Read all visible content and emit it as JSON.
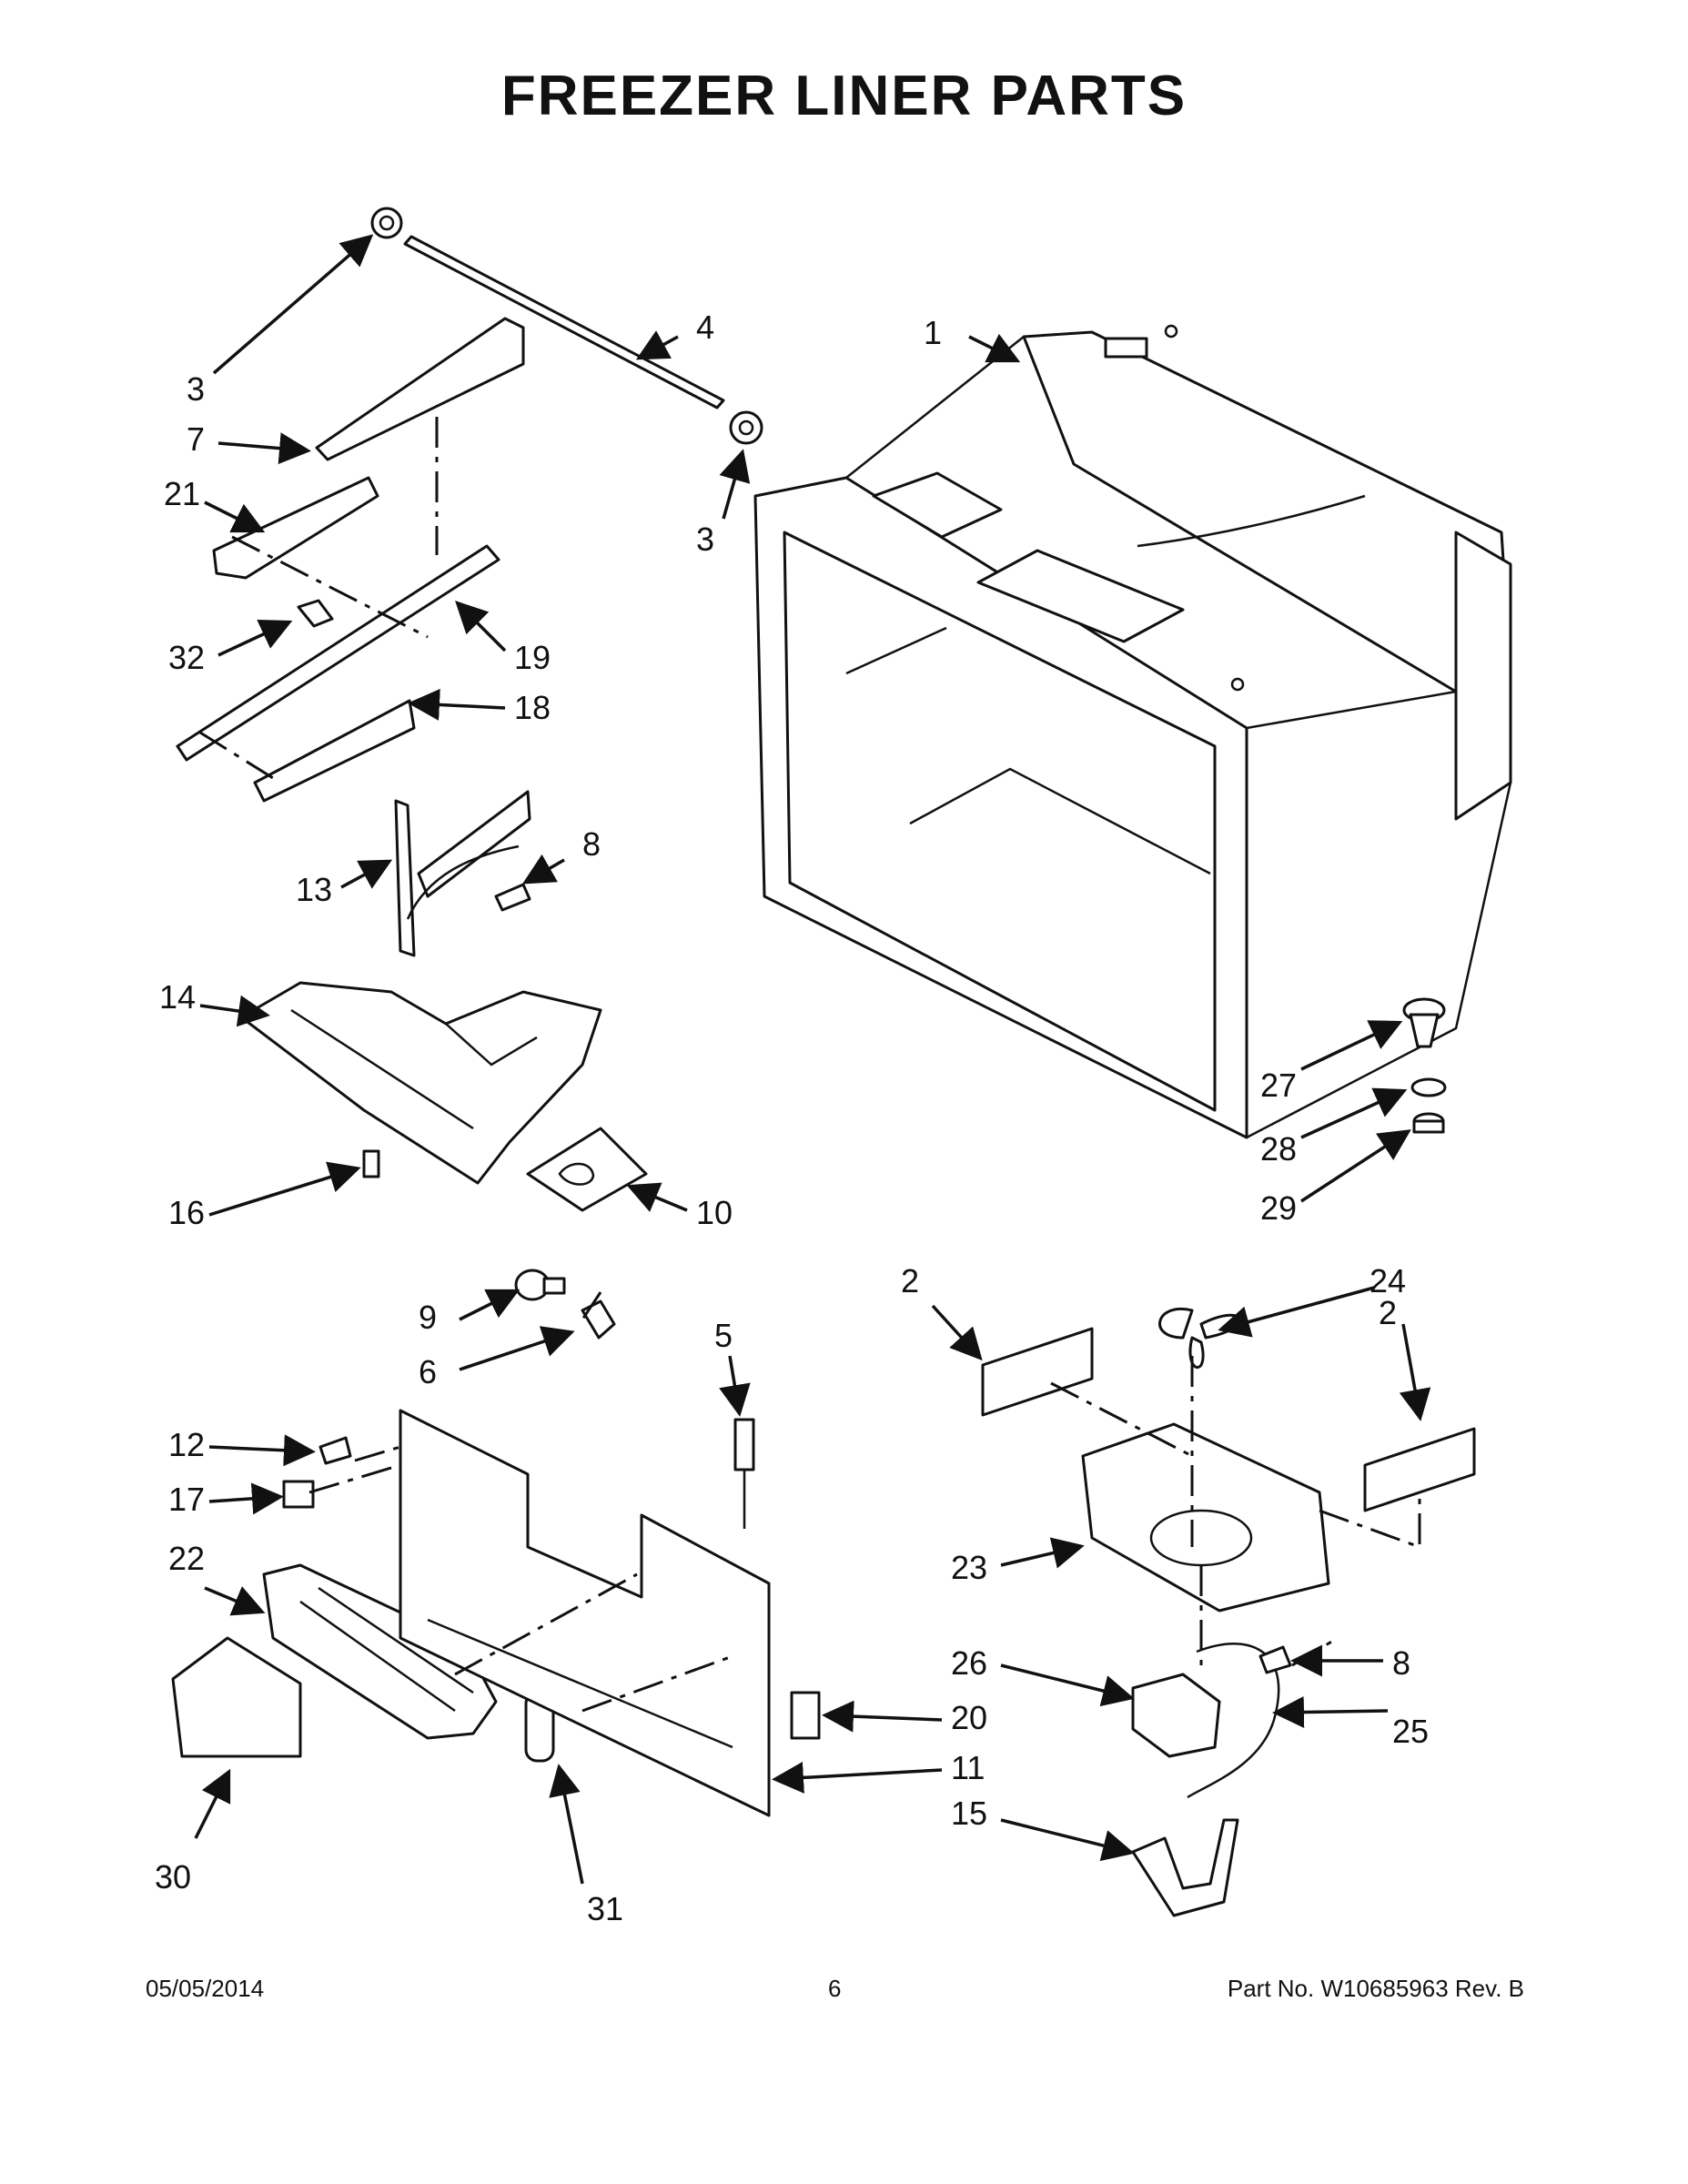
{
  "title": "FREEZER LINER PARTS",
  "callouts": {
    "c1": "1",
    "c2a": "2",
    "c2b": "2",
    "c3a": "3",
    "c3b": "3",
    "c4": "4",
    "c5": "5",
    "c6": "6",
    "c7": "7",
    "c8a": "8",
    "c8b": "8",
    "c9": "9",
    "c10": "10",
    "c11": "11",
    "c12": "12",
    "c13": "13",
    "c14": "14",
    "c15": "15",
    "c16": "16",
    "c17": "17",
    "c18": "18",
    "c19": "19",
    "c20": "20",
    "c21": "21",
    "c22": "22",
    "c23": "23",
    "c24": "24",
    "c25": "25",
    "c26": "26",
    "c27": "27",
    "c28": "28",
    "c29": "29",
    "c30": "30",
    "c31": "31",
    "c32": "32"
  },
  "footer": {
    "date": "05/05/2014",
    "page": "6",
    "part_number": "Part No.  W10685963  Rev.  B"
  }
}
